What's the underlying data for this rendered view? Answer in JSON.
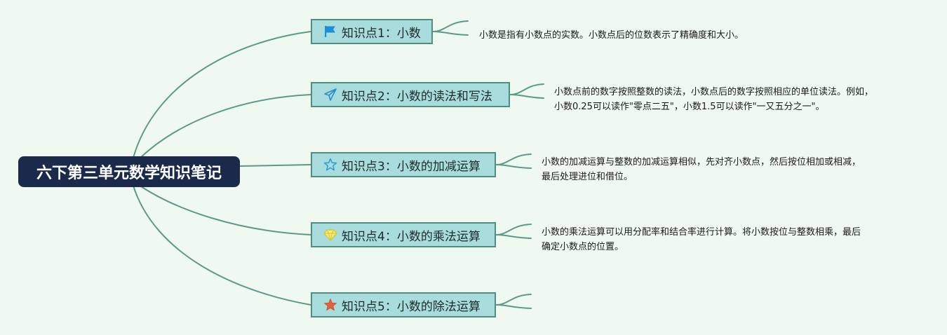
{
  "colors": {
    "background": "#f0f9f0",
    "root_fill": "#1b2a4a",
    "topic_fill": "#a9dcdc",
    "topic_border": "#4f8e80",
    "connector": "#5b9a88"
  },
  "root": {
    "label": "六下第三单元数学知识笔记"
  },
  "topics": [
    {
      "icon": "flag-icon",
      "icon_color": "#1e8fd6",
      "label": "知识点1：小数",
      "note_lines": [
        "小数是指有小数点的实数。小数点后的位数表示了精确度和大小。"
      ]
    },
    {
      "icon": "paper-plane-icon",
      "icon_color": "#2a8fc8",
      "label": "知识点2：小数的读法和写法",
      "note_lines": [
        "小数点前的数字按照整数的读法，小数点后的数字按照相应的单位读法。例如，",
        "小数0.25可以读作\"零点二五\"，小数1.5可以读作\"一又五分之一\"。"
      ]
    },
    {
      "icon": "star-outline-icon",
      "icon_color": "#2a9bd8",
      "label": "知识点3：小数的加减运算",
      "note_lines": [
        "小数的加减运算与整数的加减运算相似，先对齐小数点，然后按位相加或相减，",
        "最后处理进位和借位。"
      ]
    },
    {
      "icon": "diamond-icon",
      "icon_color": "#e8d83a",
      "label": "知识点4：小数的乘法运算",
      "note_lines": [
        "小数的乘法运算可以用分配率和结合率进行计算。将小数按位与整数相乘，最后",
        "确定小数点的位置。"
      ]
    },
    {
      "icon": "star-filled-icon",
      "icon_color": "#e0643a",
      "label": "知识点5：小数的除法运算",
      "note_lines": []
    }
  ]
}
